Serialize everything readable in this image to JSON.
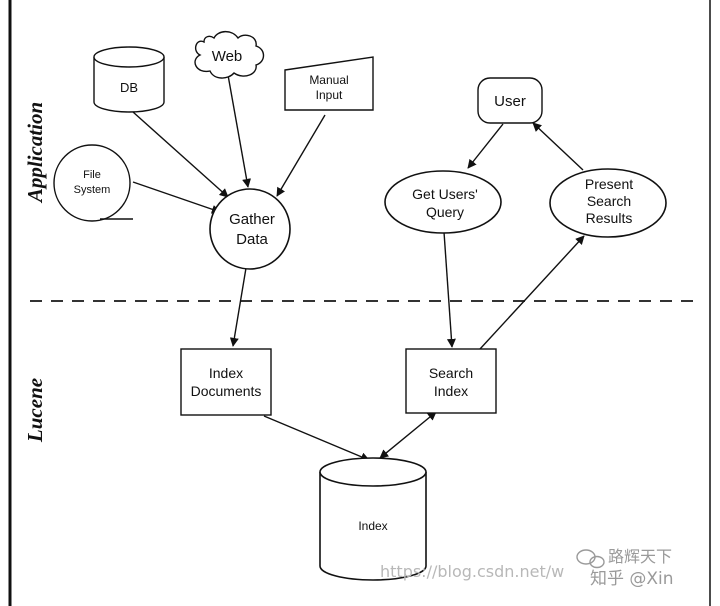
{
  "sections": {
    "application": "Application",
    "lucene": "Lucene"
  },
  "nodes": {
    "db": "DB",
    "web": "Web",
    "manual_input": [
      "Manual",
      "Input"
    ],
    "file_system": [
      "File",
      "System"
    ],
    "gather_data": [
      "Gather",
      "Data"
    ],
    "user": "User",
    "get_users_query": [
      "Get Users'",
      "Query"
    ],
    "present_search_results": [
      "Present",
      "Search",
      "Results"
    ],
    "index_documents": [
      "Index",
      "Documents"
    ],
    "search_index": [
      "Search",
      "Index"
    ],
    "index": "Index"
  },
  "watermarks": {
    "csdn": "https://blog.csdn.net/w",
    "zhihu": "知乎 @Xin",
    "brand": "路辉天下"
  },
  "colors": {
    "stroke": "#111111",
    "fill": "#ffffff",
    "watermark": "#b8b8b8"
  }
}
